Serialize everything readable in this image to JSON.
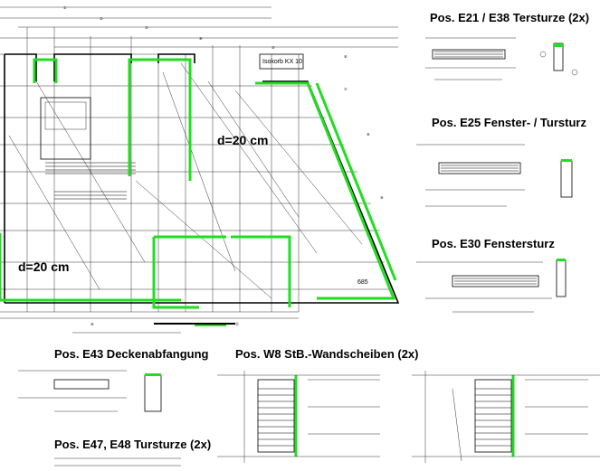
{
  "titles": {
    "e21_e38": "Pos. E21 / E38 Tersturze (2x)",
    "e25": "Pos. E25 Fenster- / Tursturz",
    "e30": "Pos. E30 Fenstersturz",
    "e43": "Pos. E43 Deckenabfangung",
    "w8": "Pos. W8 StB.-Wandscheiben (2x)",
    "e47_e48": "Pos. E47, E48 Tursturze (2x)"
  },
  "plan": {
    "thickness_label_1": "d=20 cm",
    "thickness_label_2": "d=20 cm",
    "isokorb": "Isokorb KX 10",
    "corner_value": "685"
  },
  "colors": {
    "reinforcement_green": "#22dd22",
    "line_black": "#000000",
    "background": "#ffffff"
  }
}
